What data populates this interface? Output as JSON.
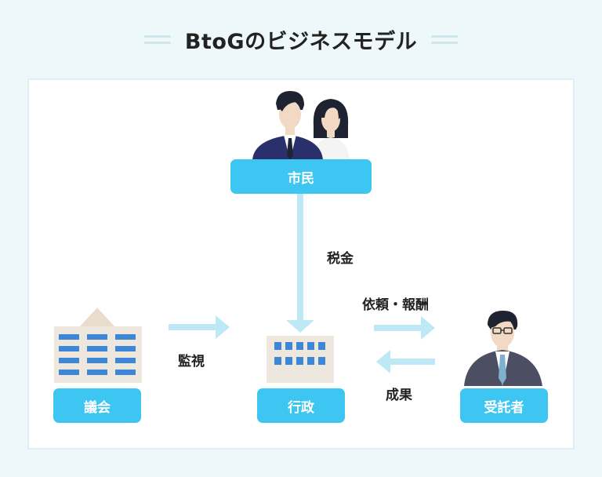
{
  "title": "BtoGのビジネスモデル",
  "nodes": {
    "citizen": "市民",
    "council": "議会",
    "admin": "行政",
    "contractor": "受託者"
  },
  "flows": {
    "tax": "税金",
    "monitor": "監視",
    "request": "依頼・報酬",
    "result": "成果"
  },
  "colors": {
    "accent": "#3ec6f2",
    "arrow": "#bde9f7",
    "building": "#3e86d8"
  }
}
